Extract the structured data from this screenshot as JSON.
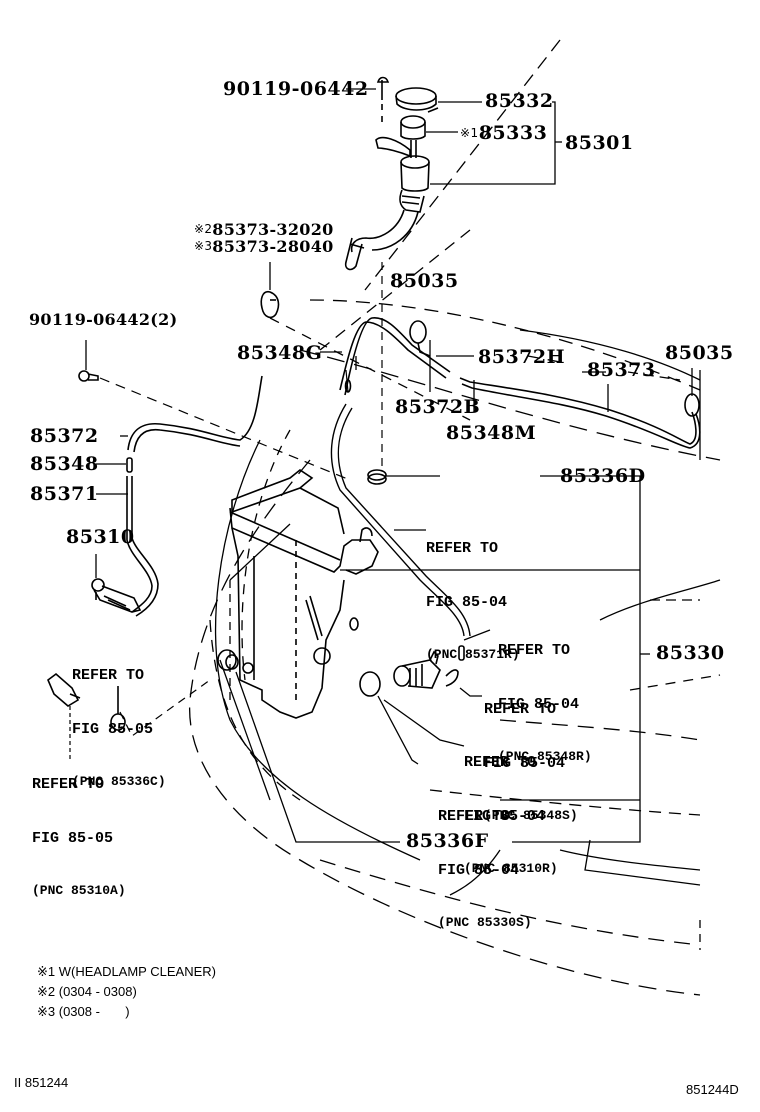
{
  "diagram": {
    "type": "parts-exploded-view",
    "subject": "Windshield washer reservoir and hoses",
    "figure_id": "851244D",
    "page_ref": "II 851244"
  },
  "callouts": {
    "bolt_top": "90119-06442",
    "cap": "85332",
    "strainer_mark": "※1",
    "strainer": "85333",
    "inlet_assy": "85301",
    "hose_mark_2": "※2",
    "hose_2": "85373-32020",
    "hose_mark_3": "※3",
    "hose_3": "85373-28040",
    "nozzle_center": "85035",
    "bolt_left": "90119-06442(2)",
    "joint_g": "85348G",
    "hose_h": "85372H",
    "hose_b": "85372B",
    "joint_m": "85348M",
    "hose_right": "85373",
    "nozzle_right": "85035",
    "hose_85372": "85372",
    "joint_85348": "85348",
    "hose_85371": "85371",
    "motor_85310": "85310",
    "grommet_d": "85336D",
    "jar_assy": "85330",
    "grommet_f": "85336F"
  },
  "references": [
    {
      "line1": "REFER TO",
      "line2": "FIG 85-04",
      "line3": "(PNC 85371R)"
    },
    {
      "line1": "REFER TO",
      "line2": "FIG 85-05",
      "line3": "(PNC 85336C)"
    },
    {
      "line1": "REFER TO",
      "line2": "FIG 85-05",
      "line3": "(PNC 85310A)"
    },
    {
      "line1": "REFER TO",
      "line2": "FIG 85-04",
      "line3": "(PNC 85348R)"
    },
    {
      "line1": "REFER TO",
      "line2": "FIG 85-04",
      "line3": "(PNC 85348S)"
    },
    {
      "line1": "REFER TO",
      "line2": "FIG 85-04",
      "line3": "(PNC 85310R)"
    },
    {
      "line1": "REFER TO",
      "line2": "FIG 85-04",
      "line3": "(PNC 85330S)"
    }
  ],
  "notes": [
    "※1 W(HEADLAMP CLEANER)",
    "※2 (0304 - 0308)",
    "※3 (0308 -       )"
  ],
  "footer": {
    "left": "II  851244",
    "right": "851244D"
  }
}
